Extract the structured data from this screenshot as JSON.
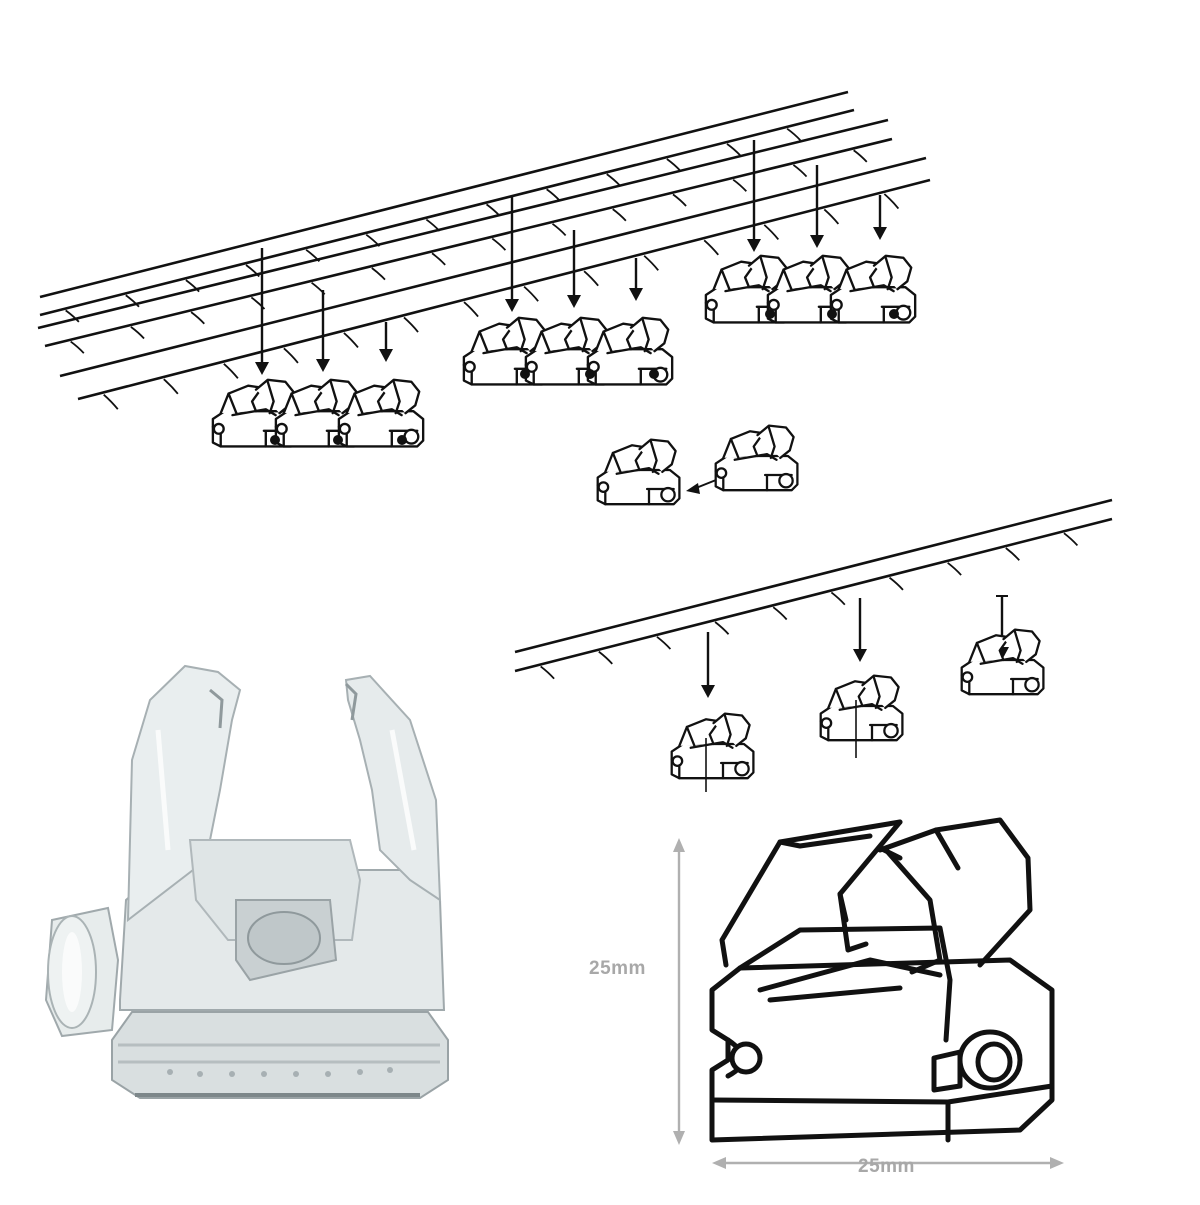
{
  "dimensions": {
    "height_label": "25mm",
    "width_label": "25mm"
  },
  "colors": {
    "line": "#111111",
    "dimension": "#b0b0b0",
    "clear_plastic": "#e3e8e9",
    "clear_shadow": "#9aa3a6",
    "clear_highlight": "#ffffff"
  },
  "icons": {
    "tape_clip_drawing": "clip-line-drawing-icon",
    "tape_clip_photo": "transparent-clip-photo",
    "down_arrow": "down-arrow-icon"
  }
}
